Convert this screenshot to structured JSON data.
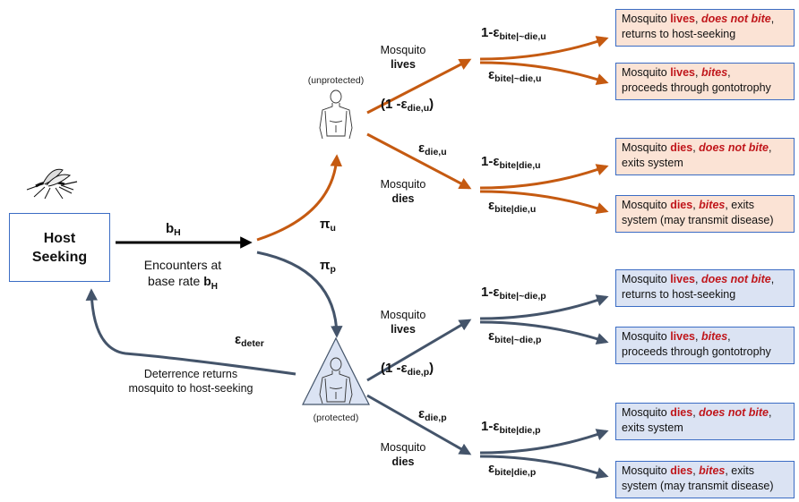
{
  "host_box": {
    "line1": "Host",
    "line2": "Seeking"
  },
  "rate": {
    "symbol": "b",
    "subscript": "H",
    "encounter_line1": "Encounters at",
    "encounter_line2": "base rate",
    "encounter_bold": "b",
    "encounter_sub": "H"
  },
  "deter": {
    "symbol": "ε",
    "subscript": "deter",
    "label_line1": "Deterrence returns",
    "label_line2": "mosquito to host-seeking"
  },
  "unprotected": {
    "host_label": "(unprotected)",
    "pi_symbol": "π",
    "pi_sub": "u",
    "lives_line1": "Mosquito",
    "lives_line2": "lives",
    "dies_line1": "Mosquito",
    "dies_line2": "dies",
    "survive_prefix": "(1 -",
    "survive_symbol": "ε",
    "survive_sub": "die,u",
    "survive_suffix": ")",
    "die_symbol": "ε",
    "die_sub": "die,u",
    "live_nobite_prefix": "1-",
    "live_nobite_symbol": "ε",
    "live_nobite_sub": "bite|~die,u",
    "live_bite_symbol": "ε",
    "live_bite_sub": "bite|~die,u",
    "die_nobite_prefix": "1-",
    "die_nobite_symbol": "ε",
    "die_nobite_sub": "bite|die,u",
    "die_bite_symbol": "ε",
    "die_bite_sub": "bite|die,u",
    "color": "#c55a11"
  },
  "protected": {
    "host_label": "(protected)",
    "pi_symbol": "π",
    "pi_sub": "p",
    "lives_line1": "Mosquito",
    "lives_line2": "lives",
    "dies_line1": "Mosquito",
    "dies_line2": "dies",
    "survive_prefix": "(1 -",
    "survive_symbol": "ε",
    "survive_sub": "die,p",
    "survive_suffix": ")",
    "die_symbol": "ε",
    "die_sub": "die,p",
    "live_nobite_prefix": "1-",
    "live_nobite_symbol": "ε",
    "live_nobite_sub": "bite|~die,p",
    "live_bite_symbol": "ε",
    "live_bite_sub": "bite|~die,p",
    "die_nobite_prefix": "1-",
    "die_nobite_symbol": "ε",
    "die_nobite_sub": "bite|die,p",
    "die_bite_symbol": "ε",
    "die_bite_sub": "bite|die,p",
    "color": "#44546a"
  },
  "outcomes": {
    "u1": {
      "a": "Mosquito ",
      "b": "lives",
      "c": ", ",
      "d": "does not bite",
      "e": ",",
      "f": "returns to host-seeking"
    },
    "u2": {
      "a": "Mosquito ",
      "b": "lives",
      "c": ", ",
      "d": "bites",
      "e": ",",
      "f": "proceeds through gontotrophy"
    },
    "u3": {
      "a": "Mosquito ",
      "b": "dies",
      "c": ", ",
      "d": "does not bite",
      "e": ",",
      "f": "exits system"
    },
    "u4": {
      "a": "Mosquito ",
      "b": "dies",
      "c": ", ",
      "d": "bites",
      "e": ", exits",
      "f": "system (may transmit disease)"
    },
    "p1": {
      "a": "Mosquito ",
      "b": "lives",
      "c": ", ",
      "d": "does not bite",
      "e": ",",
      "f": "returns to host-seeking"
    },
    "p2": {
      "a": "Mosquito ",
      "b": "lives",
      "c": ", ",
      "d": "bites",
      "e": ",",
      "f": "proceeds through gontotrophy"
    },
    "p3": {
      "a": "Mosquito ",
      "b": "dies",
      "c": ", ",
      "d": "does not bite",
      "e": ",",
      "f": "exits system"
    },
    "p4": {
      "a": "Mosquito ",
      "b": "dies",
      "c": ", ",
      "d": "bites",
      "e": ", exits",
      "f": "system (may transmit disease)"
    }
  },
  "colors": {
    "highlight": "#c0161b",
    "box_border": "#3b6cc4",
    "unprot_fill": "#fbe3d5",
    "prot_fill": "#dbe3f3"
  }
}
